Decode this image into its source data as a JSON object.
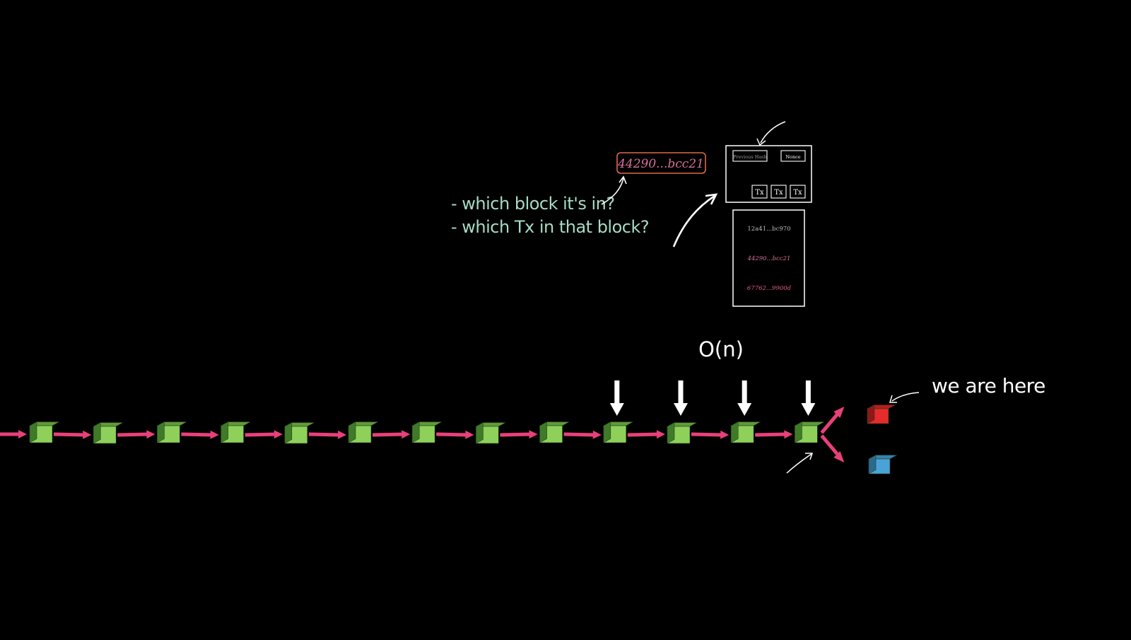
{
  "colors": {
    "background": "#000000",
    "chain_arrow": "#e8407a",
    "block_green_front": "#8ed05a",
    "block_green_top": "#5e9a3a",
    "block_green_side": "#3f7a28",
    "fork_red": "#e52b2b",
    "fork_blue": "#4aa3d8",
    "note_text": "#a6dcc4",
    "hash_pink": "#d9709c",
    "hash_border": "#e0684d",
    "white": "#ffffff"
  },
  "notes": {
    "line1": "- which block it's in?",
    "line2": "- which Tx in that block?"
  },
  "highlight_hash": {
    "text": "44290...bcc21"
  },
  "block_header": {
    "previous_hash_label": "Previous Hash",
    "nonce_label": "Nonce",
    "tx_labels": [
      "Tx",
      "Tx",
      "Tx"
    ]
  },
  "tx_hash_list": {
    "items": [
      "12a41...bc970",
      "44290...bcc21",
      "67762...9900d"
    ]
  },
  "complexity_label": "O(n)",
  "tip_label": "we are here",
  "chain": {
    "block_count": 13,
    "search_arrow_count": 4,
    "fork_tips": [
      "red",
      "blue"
    ]
  }
}
